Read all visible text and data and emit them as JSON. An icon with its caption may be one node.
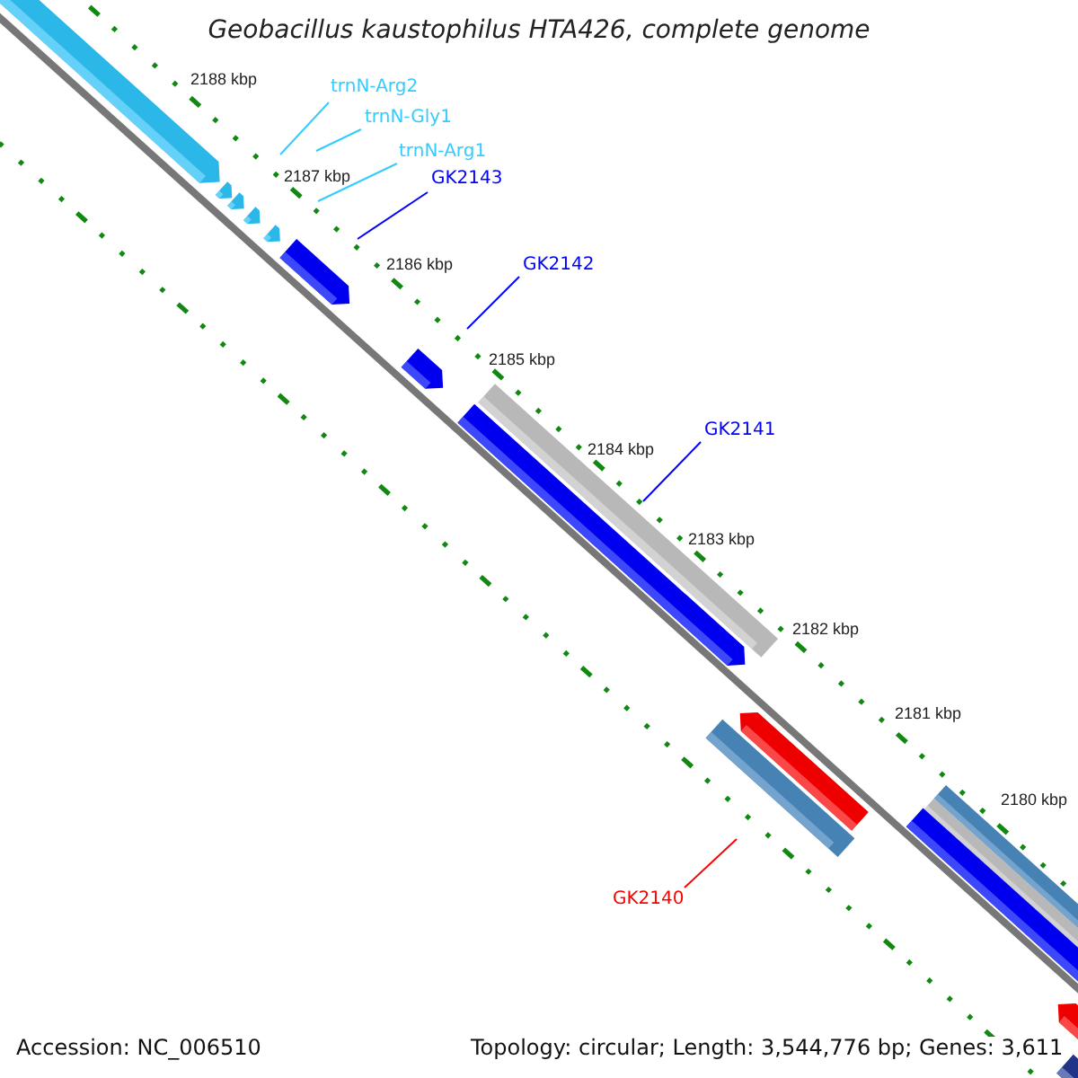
{
  "diagram": {
    "title": "Geobacillus kaustophilus HTA426, complete genome",
    "nodes": [
      {
        "text": [
          "trnN-Arg2"
        ]
      },
      {
        "text": [
          "trnN-Gly1"
        ]
      },
      {
        "text": [
          "trnN-Arg1"
        ]
      },
      {
        "text": [
          "GK2143"
        ]
      },
      {
        "text": [
          "GK2142"
        ]
      },
      {
        "text": [
          "GK2141"
        ]
      },
      {
        "text": [
          "GK2140"
        ]
      }
    ],
    "edges": [
      {
        "from": 0,
        "to": null,
        "arrow": "none",
        "color": "#33ccff"
      },
      {
        "from": 1,
        "to": null,
        "arrow": "none",
        "color": "#33ccff"
      },
      {
        "from": 2,
        "to": null,
        "arrow": "none",
        "color": "#33ccff"
      },
      {
        "from": 3,
        "to": null,
        "arrow": "none",
        "color": "#0000ff"
      },
      {
        "from": 4,
        "to": null,
        "arrow": "none",
        "color": "#0000ff"
      },
      {
        "from": 5,
        "to": null,
        "arrow": "none",
        "color": "#0000ff"
      },
      {
        "from": 6,
        "to": null,
        "arrow": "none",
        "color": "#ff0000"
      }
    ],
    "labels": [
      "2188 kbp",
      "2187 kbp",
      "2186 kbp",
      "2185 kbp",
      "2184 kbp",
      "2183 kbp",
      "2182 kbp",
      "2181 kbp",
      "2180 kbp",
      "Accession: NC_006510",
      "Topology: circular; Length: 3,544,776 bp; Genes: 3,611"
    ]
  }
}
